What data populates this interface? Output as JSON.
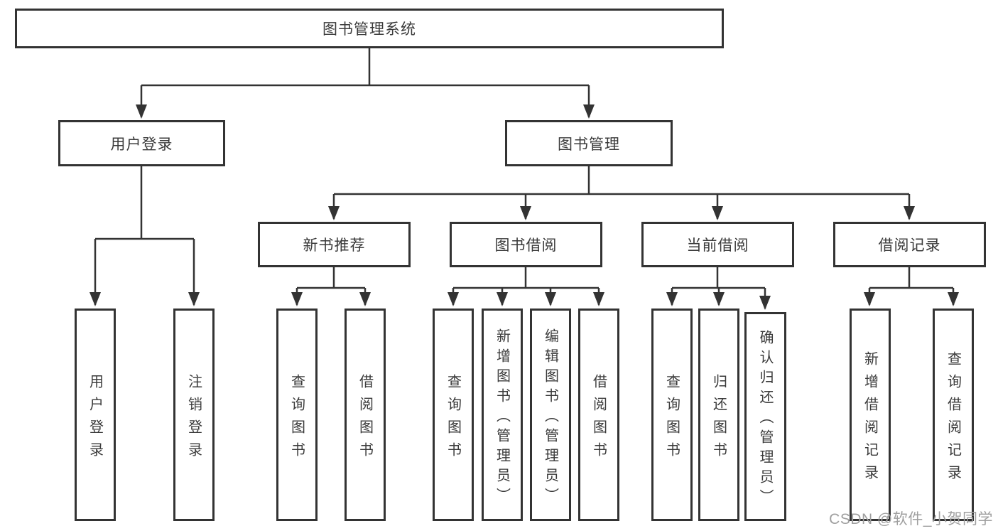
{
  "watermark": "CSDN @软件_小贺同学",
  "colors": {
    "line": "#333333",
    "text": "#3a3a3a",
    "box_fill": "#ffffff",
    "watermark": "#9f9f9f"
  },
  "tree": {
    "label": "图书管理系统",
    "children": [
      {
        "label": "用户登录",
        "children": [
          {
            "label": "用户登录"
          },
          {
            "label": "注销登录"
          }
        ]
      },
      {
        "label": "图书管理",
        "children": [
          {
            "label": "新书推荐",
            "children": [
              {
                "label": "查询图书"
              },
              {
                "label": "借阅图书"
              }
            ]
          },
          {
            "label": "图书借阅",
            "children": [
              {
                "label": "查询图书"
              },
              {
                "label": "新增图书（管理员）"
              },
              {
                "label": "编辑图书（管理员）"
              },
              {
                "label": "借阅图书"
              }
            ]
          },
          {
            "label": "当前借阅",
            "children": [
              {
                "label": "查询图书"
              },
              {
                "label": "归还图书"
              },
              {
                "label": "确认归还（管理员）"
              }
            ]
          },
          {
            "label": "借阅记录",
            "children": [
              {
                "label": "新增借阅记录"
              },
              {
                "label": "查询借阅记录"
              }
            ]
          }
        ]
      }
    ]
  }
}
